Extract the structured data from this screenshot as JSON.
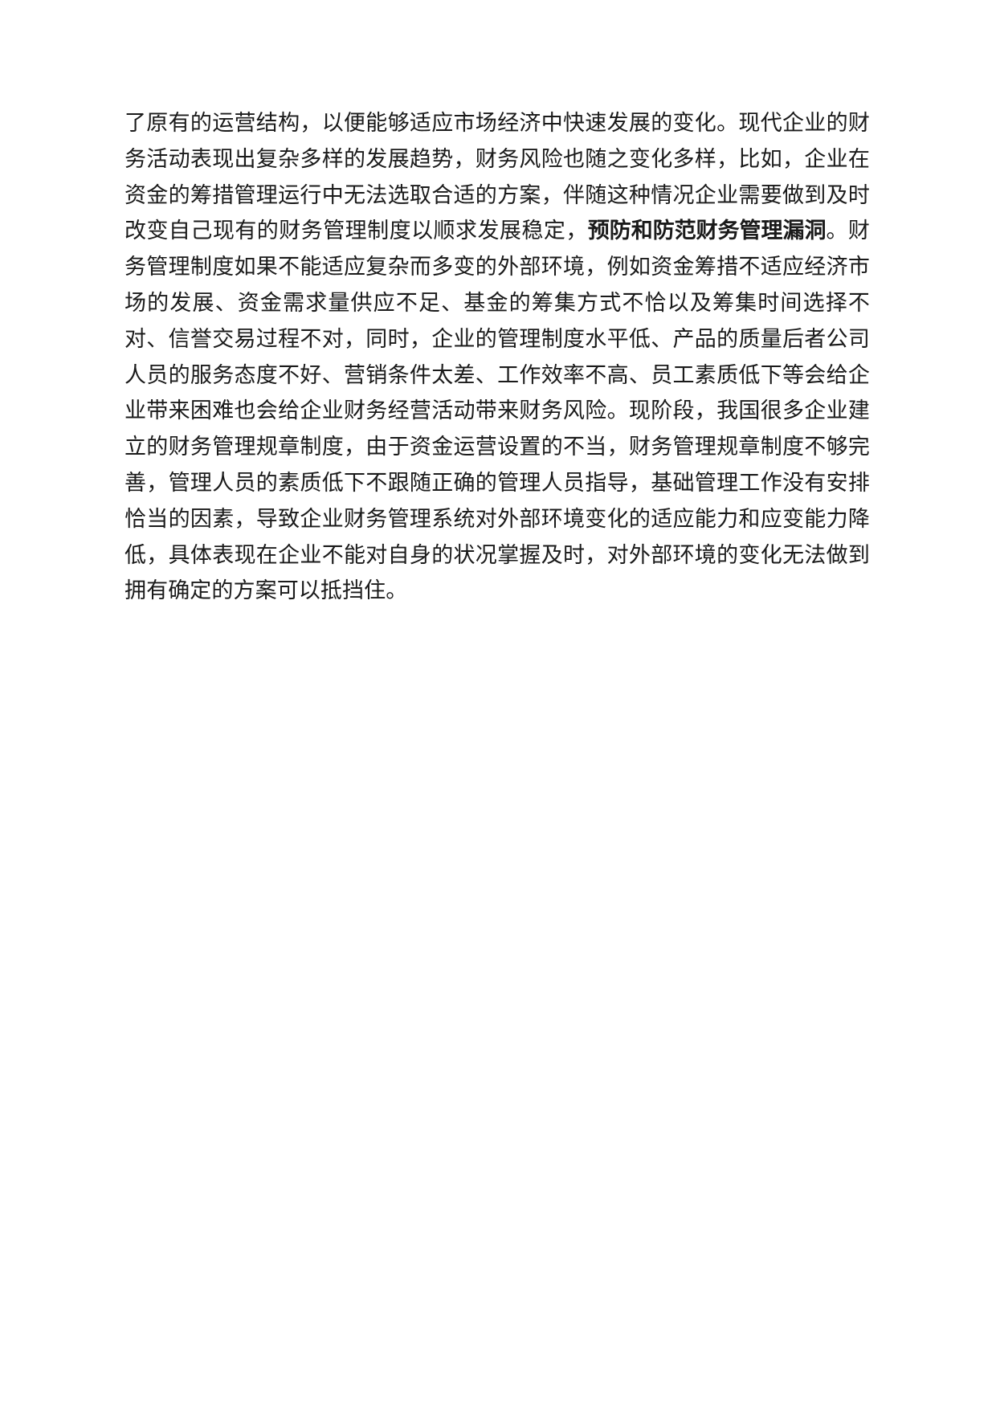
{
  "document": {
    "page_background": "#ffffff",
    "text_color": "#1a1a1a",
    "paragraph": {
      "runs": [
        {
          "style": "normal",
          "text": "了原有的运营结构，以便能够适应市场经济中快速发展的变化。现代企业的财务活动表现出复杂多样的发展趋势，财务风险也随之变化多样，比如，企业在资金的筹措管理运行中无法选取合适的方案，伴随这种情况企业需要做到及时改变自己现有的财务管理制度以顺求发展稳定，"
        },
        {
          "style": "bold",
          "text": "预防和防范财务管理漏洞"
        },
        {
          "style": "normal",
          "text": "。财务管理制度如果不能适应复杂而多变的外部环境，例如资金筹措不适应经济市场的发展、资金需求量供应不足、基金的筹集方式不恰以及筹集时间选择不对、信誉交易过程不对，同时，企业的管理制度水平低、产品的质量后者公司人员的服务态度不好、营销条件太差、工作效率不高、员工素质低下等会给企业带来困难也会给企业财务经营活动带来财务风险。现阶段，我国很多企业建立的财务管理规章制度，由于资金运营设置的不当，财务管理规章制度不够完善，管理人员的素质低下不跟随正确的管理人员指导，基础管理工作没有安排恰当的因素，导致企业财务管理系统对外部环境变化的适应能力和应变能力降低，具体表现在企业不能对自身的状况掌握及时，对外部环境的变化无法做到拥有确定的方案可以抵挡住。"
        }
      ]
    }
  }
}
